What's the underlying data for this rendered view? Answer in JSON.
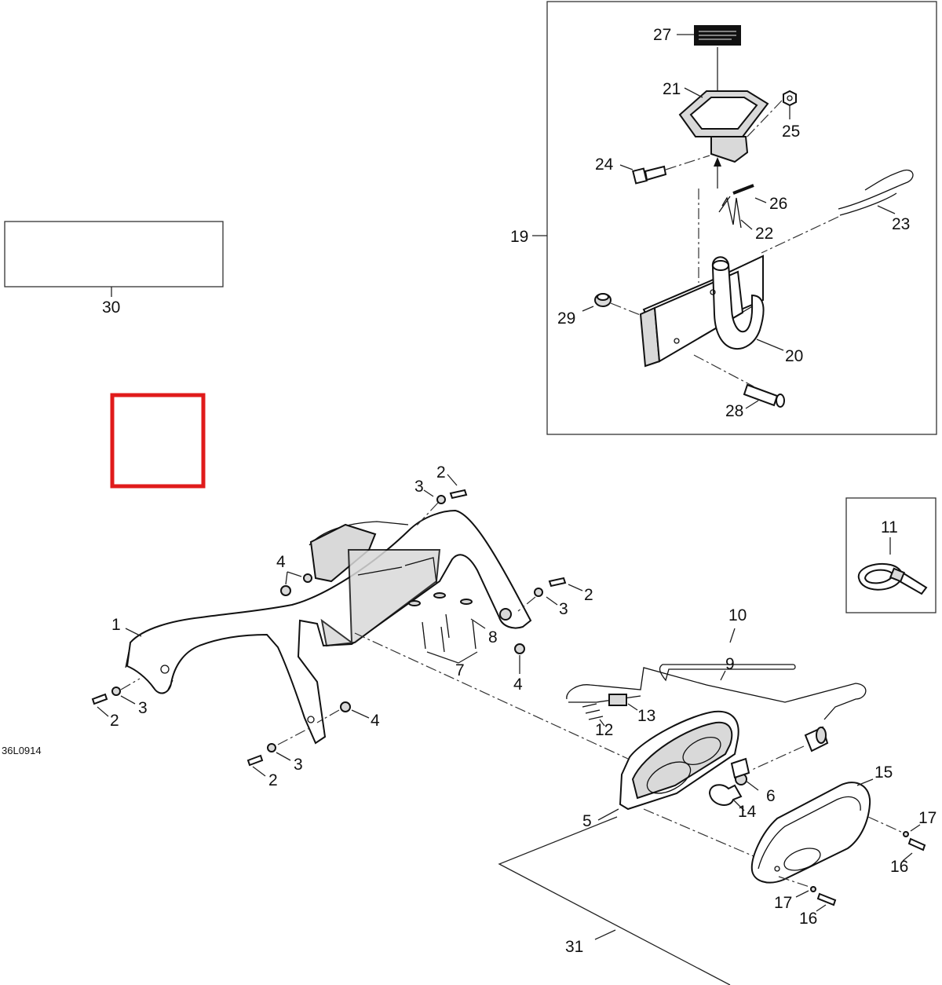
{
  "diagram_code": "36L0914",
  "colors": {
    "highlight": "#e01b1b",
    "line": "#222222"
  },
  "labels": {
    "p1": "1",
    "p2a": "2",
    "p2b": "2",
    "p2c": "2",
    "p2d": "2",
    "p3a": "3",
    "p3b": "3",
    "p3c": "3",
    "p3d": "3",
    "p4a": "4",
    "p4b": "4",
    "p4c": "4",
    "p5": "5",
    "p6": "6",
    "p7": "7",
    "p8": "8",
    "p9": "9",
    "p10": "10",
    "p11": "11",
    "p12": "12",
    "p13": "13",
    "p14": "14",
    "p15": "15",
    "p16a": "16",
    "p16b": "16",
    "p17a": "17",
    "p17b": "17",
    "p19": "19",
    "p20": "20",
    "p21": "21",
    "p22": "22",
    "p23": "23",
    "p24": "24",
    "p25": "25",
    "p26": "26",
    "p27": "27",
    "p28": "28",
    "p29": "29",
    "p30": "30",
    "p31": "31"
  }
}
